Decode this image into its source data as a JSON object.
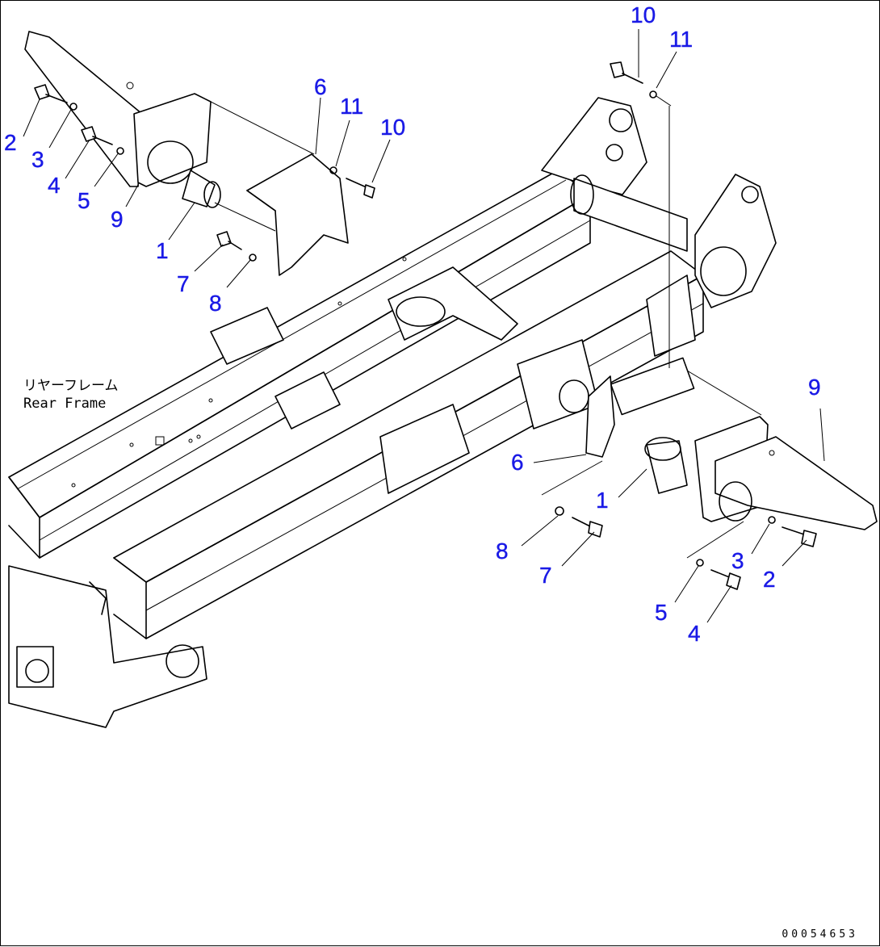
{
  "diagram": {
    "frame_label_jp": "リヤーフレーム",
    "frame_label_en": "Rear Frame",
    "drawing_number": "00054653",
    "callout_color": "#1a1ae6",
    "callouts_left": {
      "c10": "10",
      "c11a": "11",
      "c6a": "6",
      "c11b": "11",
      "c10b": "10",
      "c2a": "2",
      "c3a": "3",
      "c4a": "4",
      "c5a": "5",
      "c9a": "9",
      "c1a": "1",
      "c7a": "7",
      "c8a": "8"
    },
    "callouts_right": {
      "c9b": "9",
      "c6b": "6",
      "c1b": "1",
      "c8b": "8",
      "c7b": "7",
      "c3b": "3",
      "c2b": "2",
      "c5b": "5",
      "c4b": "4"
    }
  }
}
